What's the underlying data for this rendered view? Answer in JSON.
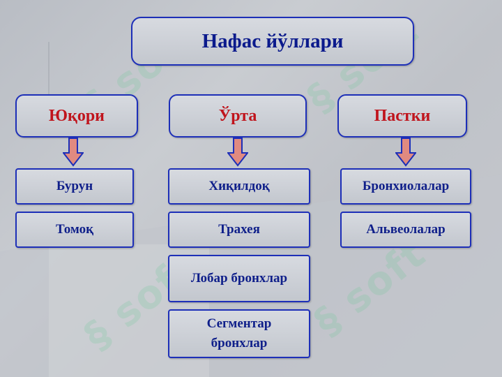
{
  "title": "Нафас йўллари",
  "columns": [
    {
      "heading": "Юқори",
      "items": [
        "Бурун",
        "Томоқ"
      ]
    },
    {
      "heading": "Ўрта",
      "items": [
        "Хиқилдоқ",
        "Трахея",
        "Лобар бронхлар",
        "Сегментар бронхлар"
      ]
    },
    {
      "heading": "Пастки",
      "items": [
        "Бронхиолалар",
        "Альвеолалар"
      ]
    }
  ],
  "colors": {
    "border": "#1d2fb8",
    "heading_text": "#c0141c",
    "item_text": "#0f1f8a",
    "arrow_fill": "#e08a80",
    "arrow_stroke": "#1d2fb8"
  }
}
